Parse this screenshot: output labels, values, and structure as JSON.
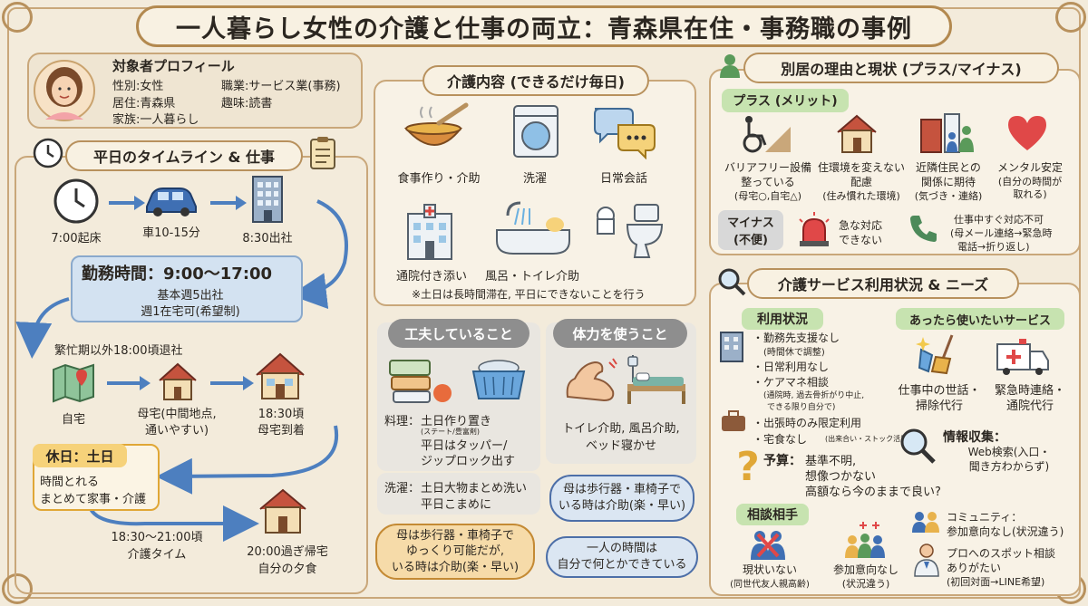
{
  "title": "一人暮らし女性の介護と仕事の両立：青森県在住・事務職の事例",
  "profile": {
    "heading": "対象者プロフィール",
    "sex": "性別:女性",
    "job": "職業:サービス業(事務)",
    "residence": "居住:青森県",
    "hobby": "趣味:読書",
    "family": "家族:一人暮らし"
  },
  "timeline": {
    "heading": "平日のタイムライン & 仕事",
    "wake": "7:00起床",
    "commute": "車10-15分",
    "arrive": "8:30出社",
    "work_title": "勤務時間：9:00〜17:00",
    "work_line1": "基本週5出社",
    "work_line2": "週1在宅可(希望制)",
    "busy": "繁忙期以外18:00頃退社",
    "home": "自宅",
    "parent_home_1": "母宅(中間地点,",
    "parent_home_2": "通いやすい)",
    "arrive_parent_1": "18:30頃",
    "arrive_parent_2": "母宅到着",
    "holiday_title": "休日：土日",
    "holiday_line1": "時間とれる",
    "holiday_line2": "まとめて家事・介護",
    "care_time_1": "18:30〜21:00頃",
    "care_time_2": "介護タイム",
    "dinner_1": "20:00過ぎ帰宅",
    "dinner_2": "自分の夕食"
  },
  "care": {
    "heading": "介護内容 (できるだけ毎日)",
    "items": [
      "食事作り・介助",
      "洗濯",
      "日常会話",
      "通院付き添い",
      "風呂・トイレ介助"
    ],
    "note": "※土日は長時間滞在, 平日にできないことを行う",
    "effort_heading": "工夫していること",
    "effort_label": "料理：",
    "effort_line1": "土日作り置き",
    "effort_small": "(ステート/豊富剤)",
    "effort_line2": "平日はタッパー/",
    "effort_line3": "ジップロック出す",
    "laundry_label": "洗濯：",
    "laundry_line1": "土日大物まとめ洗い",
    "laundry_line2": "平日こまめに",
    "physical_heading": "体力を使うこと",
    "physical_line1": "トイレ介助, 風呂介助,",
    "physical_line2": "ベッド寝かせ",
    "bubble1_line1": "母は歩行器・車椅子で",
    "bubble1_line2": "いる時は介助(楽・早い)",
    "bubble2_line1": "母は歩行器・車椅子で",
    "bubble2_line2": "ゆっくり可能だが,",
    "bubble2_line3": "いる時は介助(楽・早い)",
    "bubble3_line1": "一人の時間は",
    "bubble3_line2": "自分で何とかできている"
  },
  "living": {
    "heading": "別居の理由と現状 (プラス/マイナス)",
    "plus_tag": "プラス (メリット)",
    "plus1_1": "バリアフリー設備",
    "plus1_2": "整っている",
    "plus1_3": "(母宅○,自宅△)",
    "plus2_1": "住環境を変えない",
    "plus2_2": "配慮",
    "plus2_3": "(住み慣れた環境)",
    "plus3_1": "近隣住民との",
    "plus3_2": "関係に期待",
    "plus3_3": "(気づき・連絡)",
    "plus4_1": "メンタル安定",
    "plus4_2": "(自分の時間が",
    "plus4_3": "取れる)",
    "minus_tag_1": "マイナス",
    "minus_tag_2": "(不便)",
    "minus1_1": "急な対応",
    "minus1_2": "できない",
    "minus2_1": "仕事中すぐ対応不可",
    "minus2_2": "(母メール連絡→緊急時",
    "minus2_3": "電話→折り返し)"
  },
  "service": {
    "heading": "介護サービス利用状況 & ニーズ",
    "usage_tag": "利用状況",
    "usage1": "・勤務先支援なし",
    "usage1_sub": "(時間休で調整)",
    "usage2": "・日常利用なし",
    "usage3": "・ケアマネ相談",
    "usage3_sub1": "(通院時, 過去骨折がり中止,",
    "usage3_sub2": "できる限り自分で)",
    "usage4": "・出張時のみ限定利用",
    "usage5": "・宅食なし",
    "usage5_sub": "(出来合い・ストック活用)",
    "want_tag": "あったら使いたいサービス",
    "want1_1": "仕事中の世話・",
    "want1_2": "掃除代行",
    "want2_1": "緊急時連絡・",
    "want2_2": "通院代行",
    "info_label": "情報収集：",
    "info_1": "Web検索(入口・",
    "info_2": "聞き方わからず)",
    "budget_label": "予算：",
    "budget_1": "基準不明,",
    "budget_2": "想像つかない",
    "budget_3": "高額なら今のままで良い?",
    "consult_tag": "相談相手",
    "consult1_1": "現状いない",
    "consult1_2": "(同世代友人親高齢)",
    "consult2_1": "参加意向なし",
    "consult2_2": "(状況違う)",
    "community_1": "コミュニティ：",
    "community_2": "参加意向なし(状況違う)",
    "pro_1": "プロへのスポット相談",
    "pro_2": "ありがたい",
    "pro_3": "(初回対面→LINE希望)"
  }
}
